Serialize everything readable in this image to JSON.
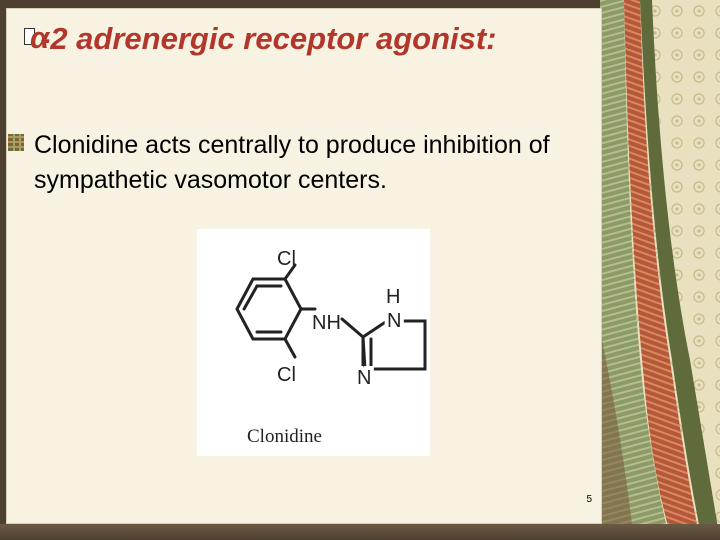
{
  "slide": {
    "title": {
      "glyph": "α",
      "rest": "-2 adrenergic receptor agonist:"
    },
    "bullet_text": "Clonidine acts centrally to produce inhibition of sympathetic vasomotor centers.",
    "figure": {
      "atoms": {
        "chlorine_top": "Cl",
        "chlorine_bottom": "Cl",
        "amine": "NH",
        "ring_h": "H",
        "ring_n_top": "N",
        "ring_n_bottom": "N"
      },
      "caption": "Clonidine"
    },
    "page_number": "5"
  },
  "colors": {
    "title": "#b1362c",
    "panel_background": "#f7f2e2",
    "frame": "#4e4030",
    "bullet": "#6b6e3c"
  },
  "icons": {
    "bullet": "striped-square-bullet-icon",
    "missing_glyph": "missing-glyph-box-icon"
  }
}
